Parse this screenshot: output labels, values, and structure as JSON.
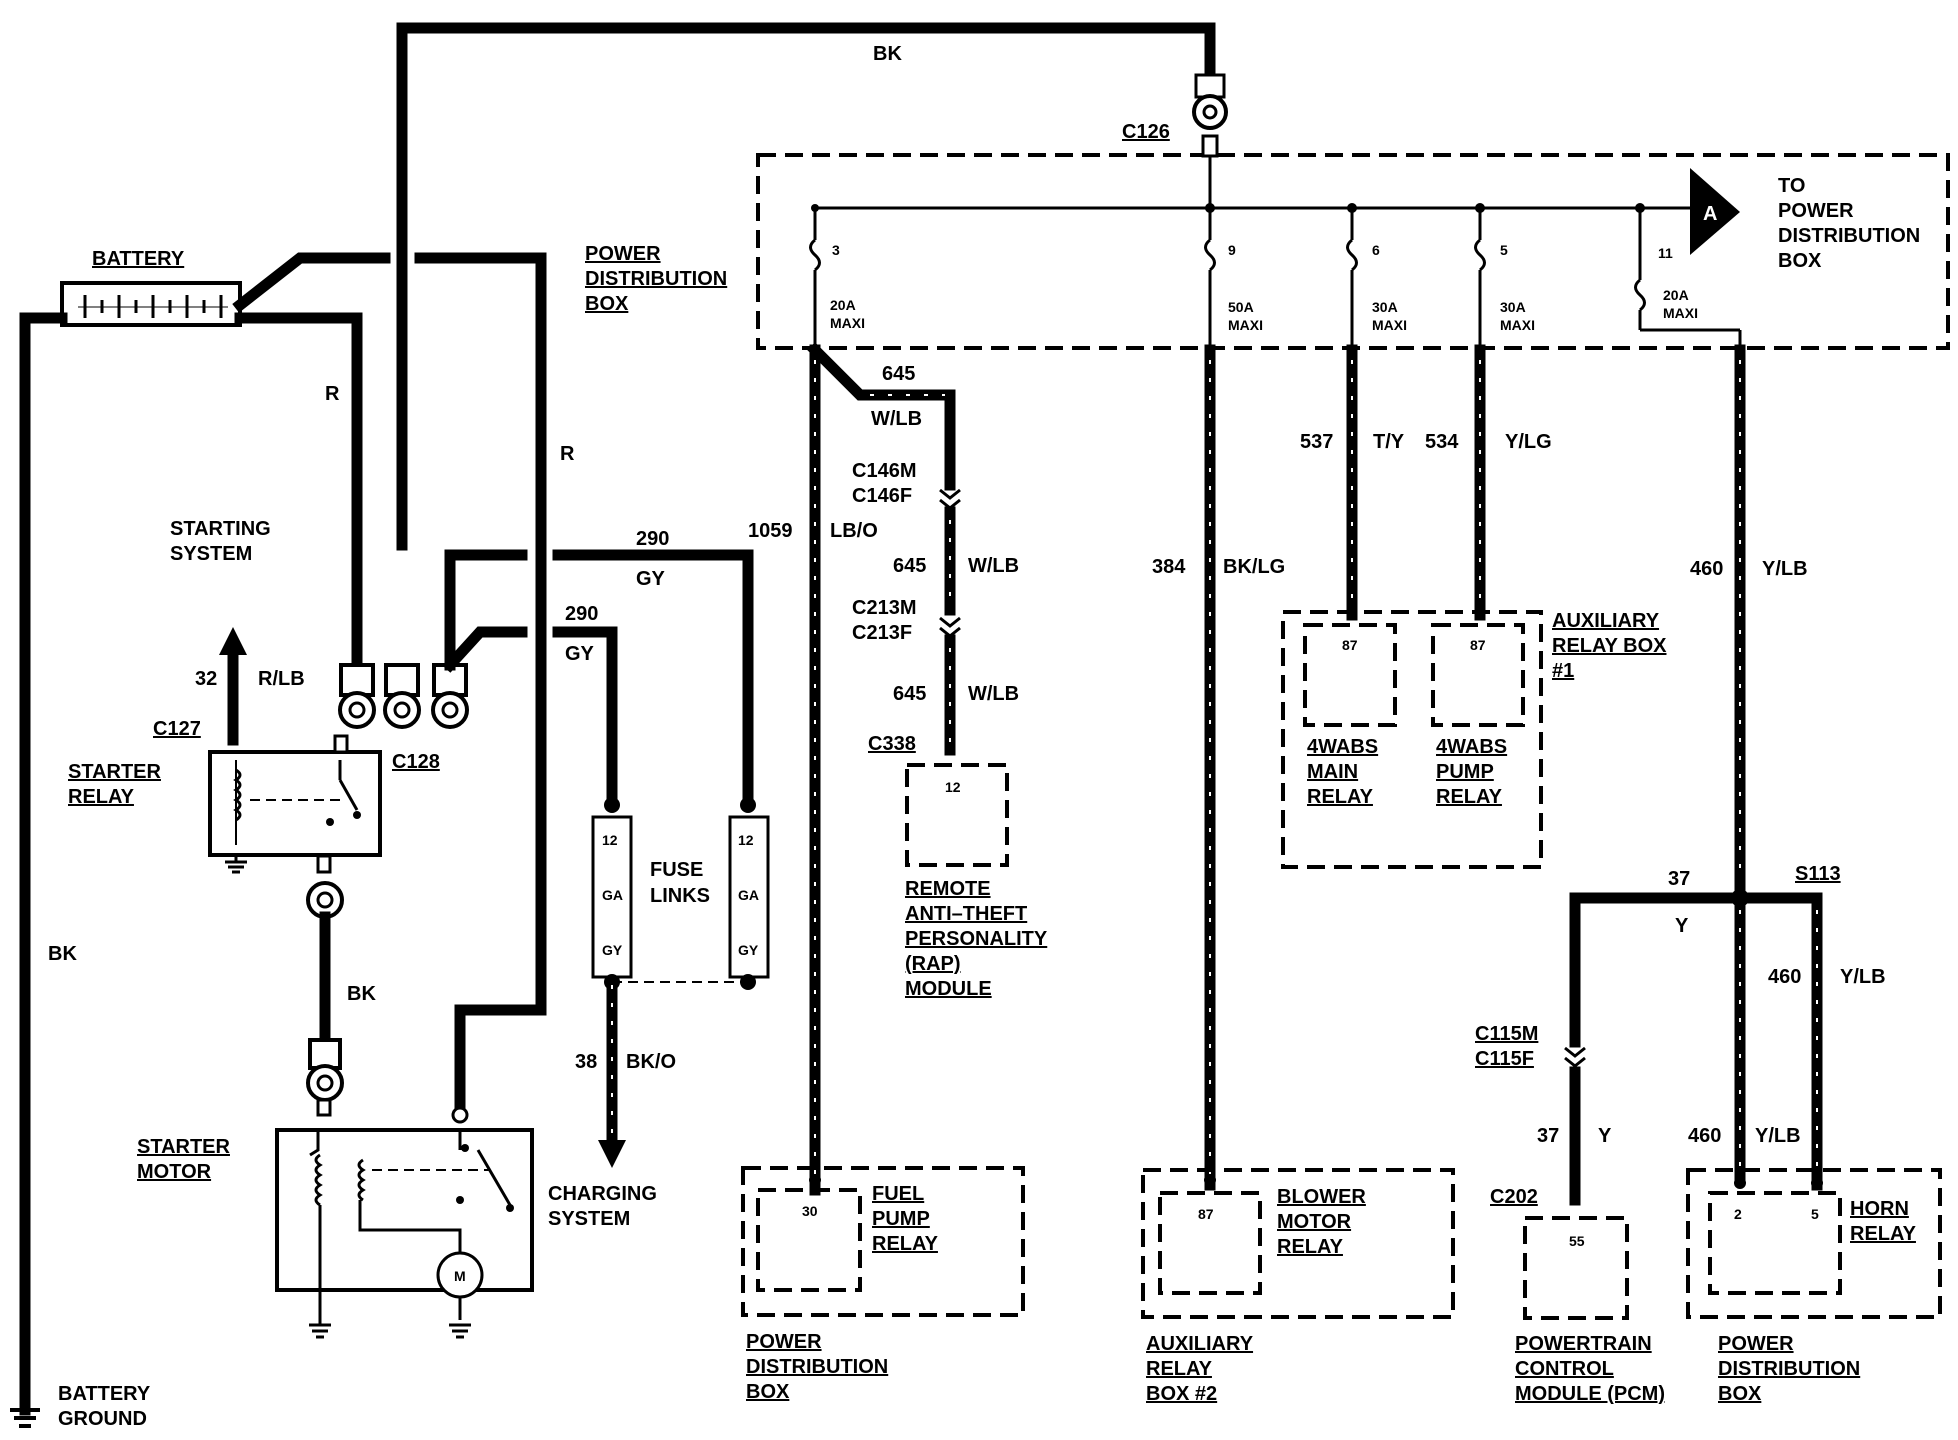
{
  "labels": {
    "bk_top": "BK",
    "c126": "C126",
    "pdb_main": [
      "POWER",
      "DISTRIBUTION",
      "BOX"
    ],
    "to_pdb": [
      "TO",
      "POWER",
      "DISTRIBUTION",
      "BOX"
    ],
    "connector_a": "A",
    "battery": "BATTERY",
    "r_left": "R",
    "r_mid": "R",
    "starting_system": [
      "STARTING",
      "SYSTEM"
    ],
    "c127": "C127",
    "c128": "C128",
    "wire_32": "32",
    "wire_32_color": "R/LB",
    "starter_relay": [
      "STARTER",
      "RELAY"
    ],
    "bk_left": "BK",
    "bk_starter": "BK",
    "starter_motor": [
      "STARTER",
      "MOTOR"
    ],
    "motor_m": "M",
    "battery_ground": [
      "BATTERY",
      "GROUND"
    ],
    "charging_system": [
      "CHARGING",
      "SYSTEM"
    ],
    "w290_a": "290",
    "gy_a": "GY",
    "w290_b": "290",
    "gy_b": "GY",
    "fuse_links": [
      "FUSE",
      "LINKS"
    ],
    "fuse_link_text": [
      "12",
      "GA",
      "GY"
    ],
    "w38": "38",
    "w38_color": "BK/O",
    "w1059": "1059",
    "w1059_color": "LB/O",
    "w645_top": "645",
    "w645_top_color": "W/LB",
    "c146": [
      "C146M",
      "C146F"
    ],
    "w645_mid": "645",
    "w645_mid_color": "W/LB",
    "c213": [
      "C213M",
      "C213F"
    ],
    "w645_low": "645",
    "w645_low_color": "W/LB",
    "c338": "C338",
    "rap_pin": "12",
    "rap_module": [
      "REMOTE",
      "ANTI–THEFT",
      "PERSONALITY",
      "(RAP)",
      "MODULE"
    ],
    "fuses": [
      {
        "num": "3",
        "rating": "20A",
        "type": "MAXI"
      },
      {
        "num": "9",
        "rating": "50A",
        "type": "MAXI"
      },
      {
        "num": "6",
        "rating": "30A",
        "type": "MAXI"
      },
      {
        "num": "5",
        "rating": "30A",
        "type": "MAXI"
      },
      {
        "num": "11",
        "rating": "20A",
        "type": "MAXI"
      }
    ],
    "w384": "384",
    "w384_color": "BK/LG",
    "w537": "537",
    "w537_color": "T/Y",
    "w534": "534",
    "w534_color": "Y/LG",
    "w460_top": "460",
    "w460_top_color": "Y/LB",
    "aux_relay_box1": [
      "AUXILIARY",
      "RELAY BOX",
      "#1"
    ],
    "relay_pin_87a": "87",
    "relay_pin_87b": "87",
    "abs_main": [
      "4WABS",
      "MAIN",
      "RELAY"
    ],
    "abs_pump": [
      "4WABS",
      "PUMP",
      "RELAY"
    ],
    "w37_top": "37",
    "s113": "S113",
    "w37_y": "Y",
    "w460_mid": "460",
    "w460_mid_color": "Y/LB",
    "c115": [
      "C115M",
      "C115F"
    ],
    "w37_low": "37",
    "w37_low_color": "Y",
    "w460_low": "460",
    "w460_low_color": "Y/LB",
    "c202": "C202",
    "fuel_pin": "30",
    "fuel_pump_relay": [
      "FUEL",
      "PUMP",
      "RELAY"
    ],
    "pdb_bottom": [
      "POWER",
      "DISTRIBUTION",
      "BOX"
    ],
    "blower_pin": "87",
    "blower_relay": [
      "BLOWER",
      "MOTOR",
      "RELAY"
    ],
    "aux_relay_box2": [
      "AUXILIARY",
      "RELAY",
      "BOX #2"
    ],
    "pcm_pin": "55",
    "pcm": [
      "POWERTRAIN",
      "CONTROL",
      "MODULE (PCM)"
    ],
    "horn_pin2": "2",
    "horn_pin5": "5",
    "horn_relay": [
      "HORN",
      "RELAY"
    ],
    "pdb_horn": [
      "POWER",
      "DISTRIBUTION",
      "BOX"
    ]
  }
}
